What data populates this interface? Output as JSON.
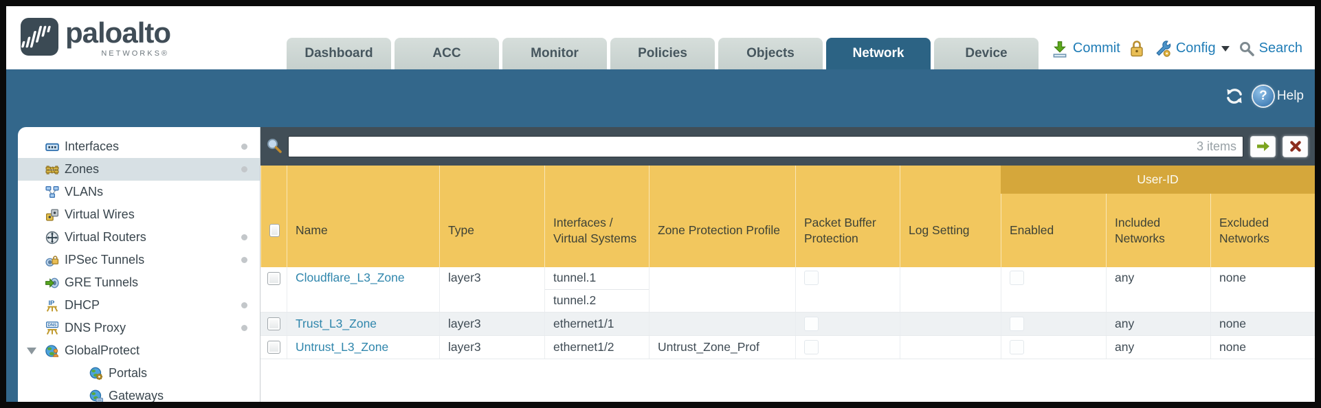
{
  "brand": {
    "name": "paloalto",
    "sub": "NETWORKS®"
  },
  "nav": {
    "tabs": [
      {
        "label": "Dashboard",
        "active": false
      },
      {
        "label": "ACC",
        "active": false
      },
      {
        "label": "Monitor",
        "active": false
      },
      {
        "label": "Policies",
        "active": false
      },
      {
        "label": "Objects",
        "active": false
      },
      {
        "label": "Network",
        "active": true
      },
      {
        "label": "Device",
        "active": false
      }
    ]
  },
  "actions": {
    "commit": "Commit",
    "config": "Config",
    "search": "Search"
  },
  "band": {
    "help": "Help"
  },
  "sidebar": {
    "items": [
      {
        "label": "Interfaces",
        "icon": "interfaces-icon",
        "selected": false,
        "dot": true
      },
      {
        "label": "Zones",
        "icon": "zones-icon",
        "selected": true,
        "dot": true
      },
      {
        "label": "VLANs",
        "icon": "vlans-icon",
        "selected": false,
        "dot": false
      },
      {
        "label": "Virtual Wires",
        "icon": "virtual-wires-icon",
        "selected": false,
        "dot": false
      },
      {
        "label": "Virtual Routers",
        "icon": "virtual-routers-icon",
        "selected": false,
        "dot": true
      },
      {
        "label": "IPSec Tunnels",
        "icon": "ipsec-tunnels-icon",
        "selected": false,
        "dot": true
      },
      {
        "label": "GRE Tunnels",
        "icon": "gre-tunnels-icon",
        "selected": false,
        "dot": false
      },
      {
        "label": "DHCP",
        "icon": "dhcp-icon",
        "selected": false,
        "dot": true
      },
      {
        "label": "DNS Proxy",
        "icon": "dns-proxy-icon",
        "selected": false,
        "dot": true
      },
      {
        "label": "GlobalProtect",
        "icon": "globalprotect-icon",
        "selected": false,
        "dot": false,
        "expanded": true
      },
      {
        "label": "Portals",
        "icon": "portals-icon",
        "selected": false,
        "dot": false,
        "indent": true
      },
      {
        "label": "Gateways",
        "icon": "gateways-icon",
        "selected": false,
        "dot": false,
        "indent": true
      }
    ]
  },
  "search": {
    "value": "",
    "count": "3 items"
  },
  "table": {
    "group_header": "User-ID",
    "columns": {
      "name": "Name",
      "type": "Type",
      "interfaces": "Interfaces / Virtual Systems",
      "zpp": "Zone Protection Profile",
      "pbp": "Packet Buffer Protection",
      "log": "Log Setting",
      "enabled": "Enabled",
      "included": "Included Networks",
      "excluded": "Excluded Networks"
    },
    "rows": [
      {
        "selected": false,
        "name": "Cloudflare_L3_Zone",
        "type": "layer3",
        "interfaces": [
          "tunnel.1",
          "tunnel.2"
        ],
        "zpp": "",
        "packet_buffer_protection": false,
        "log": "",
        "user_id_enabled": false,
        "included": "any",
        "excluded": "none"
      },
      {
        "selected": false,
        "name": "Trust_L3_Zone",
        "type": "layer3",
        "interfaces": [
          "ethernet1/1"
        ],
        "zpp": "",
        "packet_buffer_protection": false,
        "log": "",
        "user_id_enabled": false,
        "included": "any",
        "excluded": "none"
      },
      {
        "selected": false,
        "name": "Untrust_L3_Zone",
        "type": "layer3",
        "interfaces": [
          "ethernet1/2"
        ],
        "zpp": "Untrust_Zone_Prof",
        "packet_buffer_protection": false,
        "log": "",
        "user_id_enabled": false,
        "included": "any",
        "excluded": "none"
      }
    ]
  },
  "colors": {
    "banner_teal": "#33678b",
    "active_tab": "#2c6384",
    "inactive_tab": "#ccd6d3",
    "searchbar_slate": "#414e57",
    "table_header_orange": "#f2c75e",
    "user_id_band_orange": "#d5a73b",
    "link_blue": "#2f86ac",
    "action_link_blue": "#1f7cb6",
    "selected_sidebar_bg": "#d7e0e4",
    "alt_row_bg": "#eef1f3"
  }
}
